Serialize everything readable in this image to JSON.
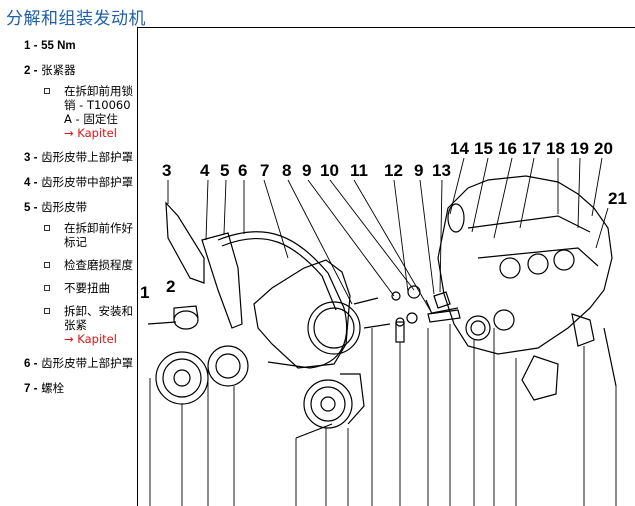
{
  "page": {
    "title": "分解和组装发动机"
  },
  "legend": [
    {
      "num": "1 -",
      "label": "55 Nm",
      "bold": true,
      "subs": []
    },
    {
      "num": "2 -",
      "label": "张紧器",
      "bold": false,
      "subs": [
        {
          "text": "在拆卸前用锁销 - T10060 A - 固定住",
          "link": "→ Kapitel"
        }
      ]
    },
    {
      "num": "3 -",
      "label": "齿形皮带上部护罩",
      "bold": false,
      "subs": []
    },
    {
      "num": "4 -",
      "label": "齿形皮带中部护罩",
      "bold": false,
      "subs": []
    },
    {
      "num": "5 -",
      "label": "齿形皮带",
      "bold": false,
      "subs": [
        {
          "text": "在拆卸前作好标记",
          "link": ""
        },
        {
          "text": "检查磨损程度",
          "link": ""
        },
        {
          "text": "不要扭曲",
          "link": ""
        },
        {
          "text": "拆卸、安装和张紧",
          "link": "→ Kapitel"
        }
      ]
    },
    {
      "num": "6 -",
      "label": "齿形皮带上部护罩",
      "bold": false,
      "subs": []
    },
    {
      "num": "7 -",
      "label": "螺栓",
      "bold": false,
      "subs": []
    }
  ],
  "callouts": [
    "1",
    "2",
    "3",
    "4",
    "5",
    "6",
    "7",
    "8",
    "9",
    "10",
    "11",
    "12",
    "9",
    "13",
    "14",
    "15",
    "16",
    "17",
    "18",
    "19",
    "20",
    "21"
  ],
  "colors": {
    "title": "#1f5fa8",
    "link": "#d6171b"
  }
}
